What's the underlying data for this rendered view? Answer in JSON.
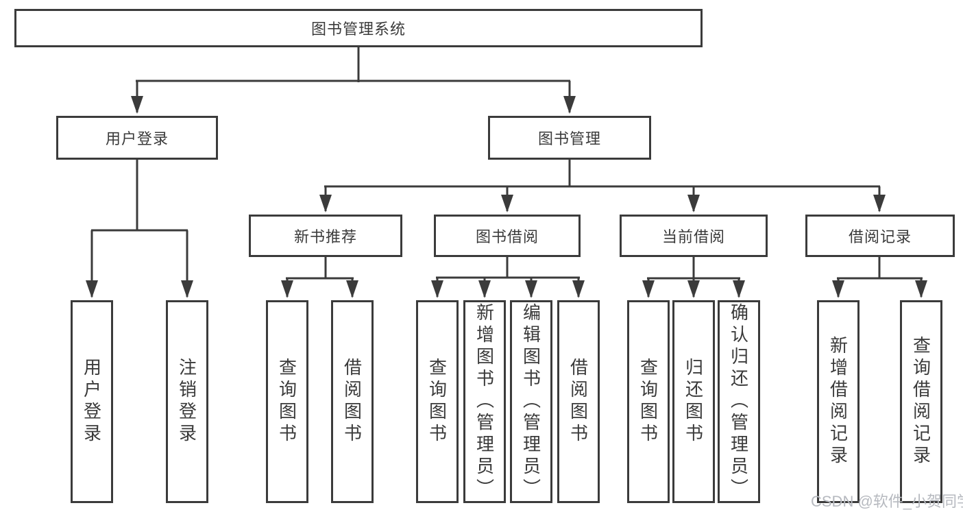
{
  "diagram": {
    "title": "图书管理系统",
    "root": {
      "label": "图书管理系统"
    },
    "level2": [
      {
        "label": "用户登录"
      },
      {
        "label": "图书管理"
      }
    ],
    "level3": [
      {
        "label": "新书推荐",
        "parent": "图书管理"
      },
      {
        "label": "图书借阅",
        "parent": "图书管理"
      },
      {
        "label": "当前借阅",
        "parent": "图书管理"
      },
      {
        "label": "借阅记录",
        "parent": "图书管理"
      }
    ],
    "leaves": [
      {
        "label": "用户登录",
        "parent": "用户登录"
      },
      {
        "label": "注销登录",
        "parent": "用户登录"
      },
      {
        "label": "查询图书",
        "parent": "新书推荐"
      },
      {
        "label": "借阅图书",
        "parent": "新书推荐"
      },
      {
        "label": "查询图书",
        "parent": "图书借阅"
      },
      {
        "label": "新增图书（管理员）",
        "parent": "图书借阅"
      },
      {
        "label": "编辑图书（管理员）",
        "parent": "图书借阅"
      },
      {
        "label": "借阅图书",
        "parent": "图书借阅"
      },
      {
        "label": "查询图书",
        "parent": "当前借阅"
      },
      {
        "label": "归还图书",
        "parent": "当前借阅"
      },
      {
        "label": "确认归还（管理员）",
        "parent": "当前借阅"
      },
      {
        "label": "新增借阅记录",
        "parent": "借阅记录"
      },
      {
        "label": "查询借阅记录",
        "parent": "借阅记录"
      }
    ]
  },
  "watermark": {
    "text": "CSDN @软件_小贺同学",
    "color": "#b6b9bf"
  },
  "colors": {
    "line": "#3b3b3b",
    "box_fill": "#ffffff",
    "background": "#ffffff",
    "text": "#3a3a3a"
  }
}
